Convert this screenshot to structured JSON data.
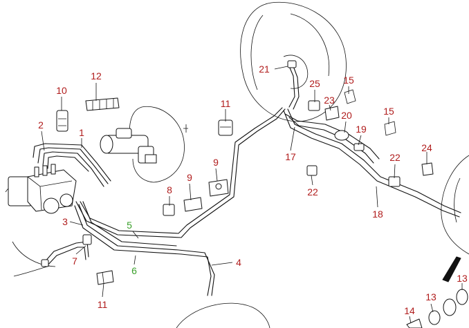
{
  "diagram": {
    "label_color": "#b01c1c",
    "highlight_color": "#3aa02b",
    "callouts": [
      {
        "key": "c21",
        "text": "21"
      },
      {
        "key": "c25",
        "text": "25"
      },
      {
        "key": "c15a",
        "text": "15"
      },
      {
        "key": "c23",
        "text": "23"
      },
      {
        "key": "c12",
        "text": "12"
      },
      {
        "key": "c10",
        "text": "10"
      },
      {
        "key": "c11a",
        "text": "11"
      },
      {
        "key": "c20",
        "text": "20"
      },
      {
        "key": "c15b",
        "text": "15"
      },
      {
        "key": "c19",
        "text": "19"
      },
      {
        "key": "c2",
        "text": "2"
      },
      {
        "key": "c1",
        "text": "1"
      },
      {
        "key": "c17",
        "text": "17"
      },
      {
        "key": "c24",
        "text": "24"
      },
      {
        "key": "c22a",
        "text": "22"
      },
      {
        "key": "c9a",
        "text": "9"
      },
      {
        "key": "c9b",
        "text": "9"
      },
      {
        "key": "c8",
        "text": "8"
      },
      {
        "key": "c22b",
        "text": "22"
      },
      {
        "key": "c18",
        "text": "18"
      },
      {
        "key": "c3",
        "text": "3"
      },
      {
        "key": "c5",
        "text": "5"
      },
      {
        "key": "c6",
        "text": "6"
      },
      {
        "key": "c7",
        "text": "7"
      },
      {
        "key": "c4",
        "text": "4"
      },
      {
        "key": "c11b",
        "text": "11"
      },
      {
        "key": "c13a",
        "text": "13"
      },
      {
        "key": "c13b",
        "text": "13"
      },
      {
        "key": "c14",
        "text": "14"
      }
    ]
  }
}
